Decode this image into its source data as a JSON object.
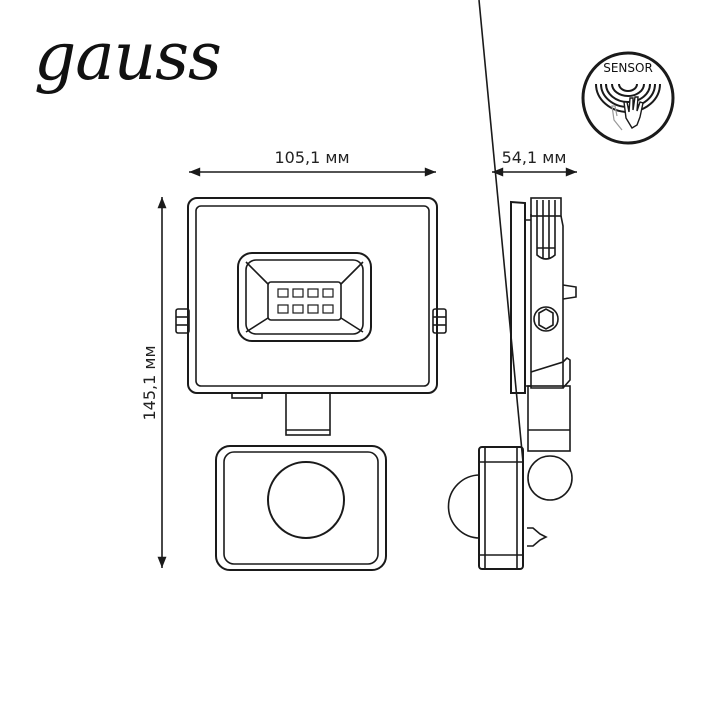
{
  "brand": "gauss",
  "badge": {
    "label": "SENSOR",
    "icon": "motion-sensor-icon"
  },
  "dimensions": {
    "width": "105,1 мм",
    "depth": "54,1 мм",
    "height": "145,1 мм"
  },
  "colors": {
    "line": "#1a1a1a",
    "background": "#ffffff"
  }
}
